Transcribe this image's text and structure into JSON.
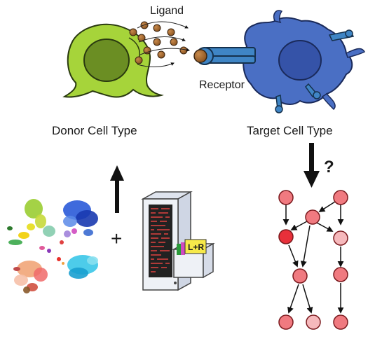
{
  "labels": {
    "ligand": "Ligand",
    "receptor": "Receptor",
    "donor": "Donor Cell Type",
    "target": "Target Cell Type",
    "question": "?",
    "plus": "+",
    "database_tag": "L+R"
  },
  "colors": {
    "donor_cell_body": "#a6d43a",
    "donor_cell_nucleus": "#6b8e23",
    "target_cell_body": "#4a6fc4",
    "target_cell_nucleus": "#3553a8",
    "receptor_fill": "#3f85c5",
    "ligand_fill": "#a0652e",
    "network_node_dark": "#e8303a",
    "network_node_mid": "#f07a80",
    "network_node_light": "#f6b9bc",
    "server_body": "#eef1f6",
    "server_screen": "#222222",
    "server_text": "#e0433f",
    "tag_fill": "#f6e94a"
  },
  "icons": {
    "donor_cell": "donor-cell-icon",
    "target_cell": "target-cell-icon",
    "ligands": "ligand-particles-icon",
    "receptor": "receptor-icon",
    "umap": "single-cell-clusters-icon",
    "database": "database-server-icon",
    "network": "gene-regulatory-network-icon"
  }
}
